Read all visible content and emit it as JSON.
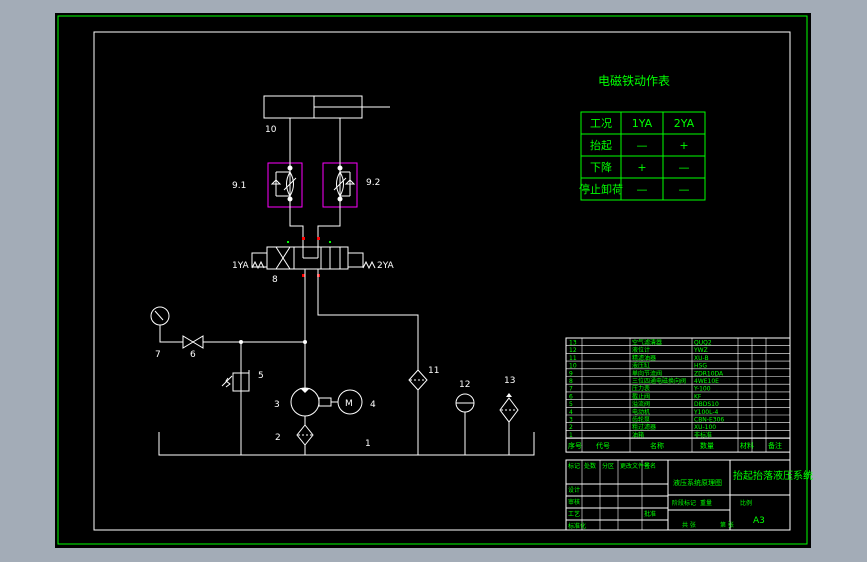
{
  "drawing": {
    "colors": {
      "app_background": "#a3acb7",
      "sheet": "#000000",
      "border": "#00ff00",
      "lines": "#ffffff",
      "text_green": "#00ff00",
      "valve_box": "#ff00ff",
      "port_marker": "#ff0000"
    },
    "labels": {
      "cylinder": "10",
      "throttle_left": "9.1",
      "throttle_right": "9.2",
      "solenoid_left": "1YA",
      "solenoid_right": "2YA",
      "directional_valve": "8",
      "gauge": "7",
      "gauge_valve": "6",
      "relief_valve": "5",
      "pump": "3",
      "motor": "4",
      "filter_suction": "2",
      "tank": "1",
      "filter_return": "11",
      "level_gauge": "12",
      "cooler": "13",
      "motor_symbol": "M"
    },
    "action_table": {
      "title": "电磁铁动作表",
      "headers": [
        "工况",
        "1YA",
        "2YA"
      ],
      "rows": [
        [
          "抬起",
          "—",
          "+"
        ],
        [
          "下降",
          "+",
          "—"
        ],
        [
          "停止卸荷",
          "—",
          "—"
        ]
      ]
    },
    "parts_list": {
      "rows": [
        [
          "13",
          "空气滤清器",
          "QUQ2"
        ],
        [
          "12",
          "液位计",
          "YWZ"
        ],
        [
          "11",
          "精滤油器",
          "XU-B"
        ],
        [
          "10",
          "液压缸",
          "HSG"
        ],
        [
          "9",
          "单向节流阀",
          "ZDR10DA"
        ],
        [
          "8",
          "三位四通电磁换向阀",
          "4WE10E"
        ],
        [
          "7",
          "压力表",
          "Y-100"
        ],
        [
          "6",
          "截止阀",
          "KF"
        ],
        [
          "5",
          "溢流阀",
          "DBDS10"
        ],
        [
          "4",
          "电动机",
          "Y100L-4"
        ],
        [
          "3",
          "齿轮泵",
          "CBN-E306"
        ],
        [
          "2",
          "粗过滤器",
          "XU-100"
        ],
        [
          "1",
          "油箱",
          "非标准"
        ]
      ],
      "header": [
        "序号",
        "代号",
        "名称",
        "数量",
        "材料",
        "备注"
      ]
    },
    "title_block": {
      "drawing_title": "液压系统原理图",
      "project_title": "抬起抬落液压系统",
      "sheet_size": "A3",
      "labels": [
        "标记",
        "处数",
        "分区",
        "更改文件号",
        "签名",
        "设计",
        "审核",
        "工艺",
        "标准化",
        "批准",
        "阶段标记",
        "重量",
        "比例",
        "共 张",
        "第 张"
      ]
    }
  }
}
